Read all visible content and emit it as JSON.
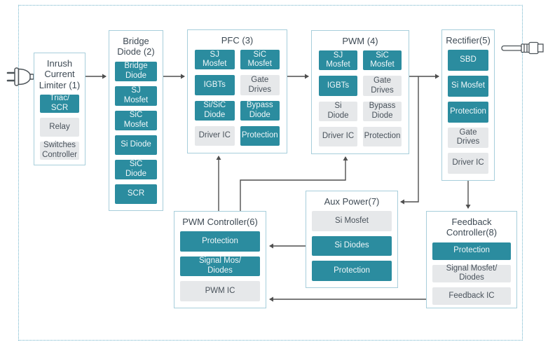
{
  "diagram": {
    "type": "power-supply-block-diagram",
    "colors": {
      "teal": "#2b8c9f",
      "gray": "#e6e8ea",
      "box_border": "#a7cedb",
      "title_text": "#3e4a54",
      "gray_text": "#49525b",
      "teal_text": "#f0f7f9",
      "line": "#4f4f4f",
      "dashed_border": "#6fb3ca"
    },
    "icons": {
      "left": "ac-plug",
      "right": "dc-connector"
    },
    "blocks": {
      "inrush": {
        "title": "Inrush\nCurrent\nLimiter (1)",
        "items": [
          {
            "label": "Triac/\nSCR",
            "variant": "teal"
          },
          {
            "label": "Relay",
            "variant": "gray"
          },
          {
            "label": "Switches\nController",
            "variant": "gray"
          }
        ]
      },
      "bridge": {
        "title": "Bridge\nDiode (2)",
        "items": [
          {
            "label": "Bridge\nDiode",
            "variant": "teal"
          },
          {
            "label": "SJ\nMosfet",
            "variant": "teal"
          },
          {
            "label": "SiC\nMosfet",
            "variant": "teal"
          },
          {
            "label": "Si Diode",
            "variant": "teal"
          },
          {
            "label": "SiC\nDiode",
            "variant": "teal"
          },
          {
            "label": "SCR",
            "variant": "teal"
          }
        ]
      },
      "pfc": {
        "title": "PFC (3)",
        "items": [
          {
            "label": "SJ\nMosfet",
            "variant": "teal"
          },
          {
            "label": "SiC\nMosfet",
            "variant": "teal"
          },
          {
            "label": "IGBTs",
            "variant": "teal"
          },
          {
            "label": "Gate\nDrives",
            "variant": "gray"
          },
          {
            "label": "Si/SiC\nDiode",
            "variant": "teal"
          },
          {
            "label": "Bypass\nDiode",
            "variant": "teal"
          },
          {
            "label": "Driver IC",
            "variant": "gray"
          },
          {
            "label": "Protection",
            "variant": "teal"
          }
        ]
      },
      "pwm": {
        "title": "PWM (4)",
        "items": [
          {
            "label": "SJ\nMosfet",
            "variant": "teal"
          },
          {
            "label": "SiC\nMosfet",
            "variant": "teal"
          },
          {
            "label": "IGBTs",
            "variant": "teal"
          },
          {
            "label": "Gate\nDrives",
            "variant": "gray"
          },
          {
            "label": "Si\nDiode",
            "variant": "gray"
          },
          {
            "label": "Bypass\nDiode",
            "variant": "gray"
          },
          {
            "label": "Driver IC",
            "variant": "gray"
          },
          {
            "label": "Protection",
            "variant": "gray"
          }
        ]
      },
      "rectifier": {
        "title": "Rectifier(5)",
        "items": [
          {
            "label": "SBD",
            "variant": "teal"
          },
          {
            "label": "Si Mosfet",
            "variant": "teal"
          },
          {
            "label": "Protection",
            "variant": "teal"
          },
          {
            "label": "Gate\nDrives",
            "variant": "gray"
          },
          {
            "label": "Driver IC",
            "variant": "gray"
          }
        ]
      },
      "pwm_controller": {
        "title": "PWM Controller(6)",
        "items": [
          {
            "label": "Protection",
            "variant": "teal"
          },
          {
            "label": "Signal Mos/\nDiodes",
            "variant": "teal"
          },
          {
            "label": "PWM IC",
            "variant": "gray"
          }
        ]
      },
      "aux_power": {
        "title": "Aux Power(7)",
        "items": [
          {
            "label": "Si Mosfet",
            "variant": "gray"
          },
          {
            "label": "Si Diodes",
            "variant": "teal"
          },
          {
            "label": "Protection",
            "variant": "teal"
          }
        ]
      },
      "feedback_controller": {
        "title": "Feedback Controller(8)",
        "items": [
          {
            "label": "Protection",
            "variant": "teal"
          },
          {
            "label": "Signal Mosfet/\nDiodes",
            "variant": "gray"
          },
          {
            "label": "Feedback IC",
            "variant": "gray"
          }
        ]
      }
    },
    "connections": [
      {
        "from": "ac-plug",
        "to": "inrush"
      },
      {
        "from": "inrush",
        "to": "bridge"
      },
      {
        "from": "bridge",
        "to": "pfc"
      },
      {
        "from": "pfc",
        "to": "pwm"
      },
      {
        "from": "pwm",
        "to": "rectifier"
      },
      {
        "from": "pwm-rectifier-line",
        "to": "aux_power"
      },
      {
        "from": "rectifier",
        "to": "feedback_controller"
      },
      {
        "from": "pwm_controller",
        "to": "pfc"
      },
      {
        "from": "pwm_controller",
        "to": "pwm"
      },
      {
        "from": "aux_power",
        "to": "pwm_controller"
      },
      {
        "from": "feedback_controller",
        "to": "pwm_controller"
      }
    ]
  }
}
